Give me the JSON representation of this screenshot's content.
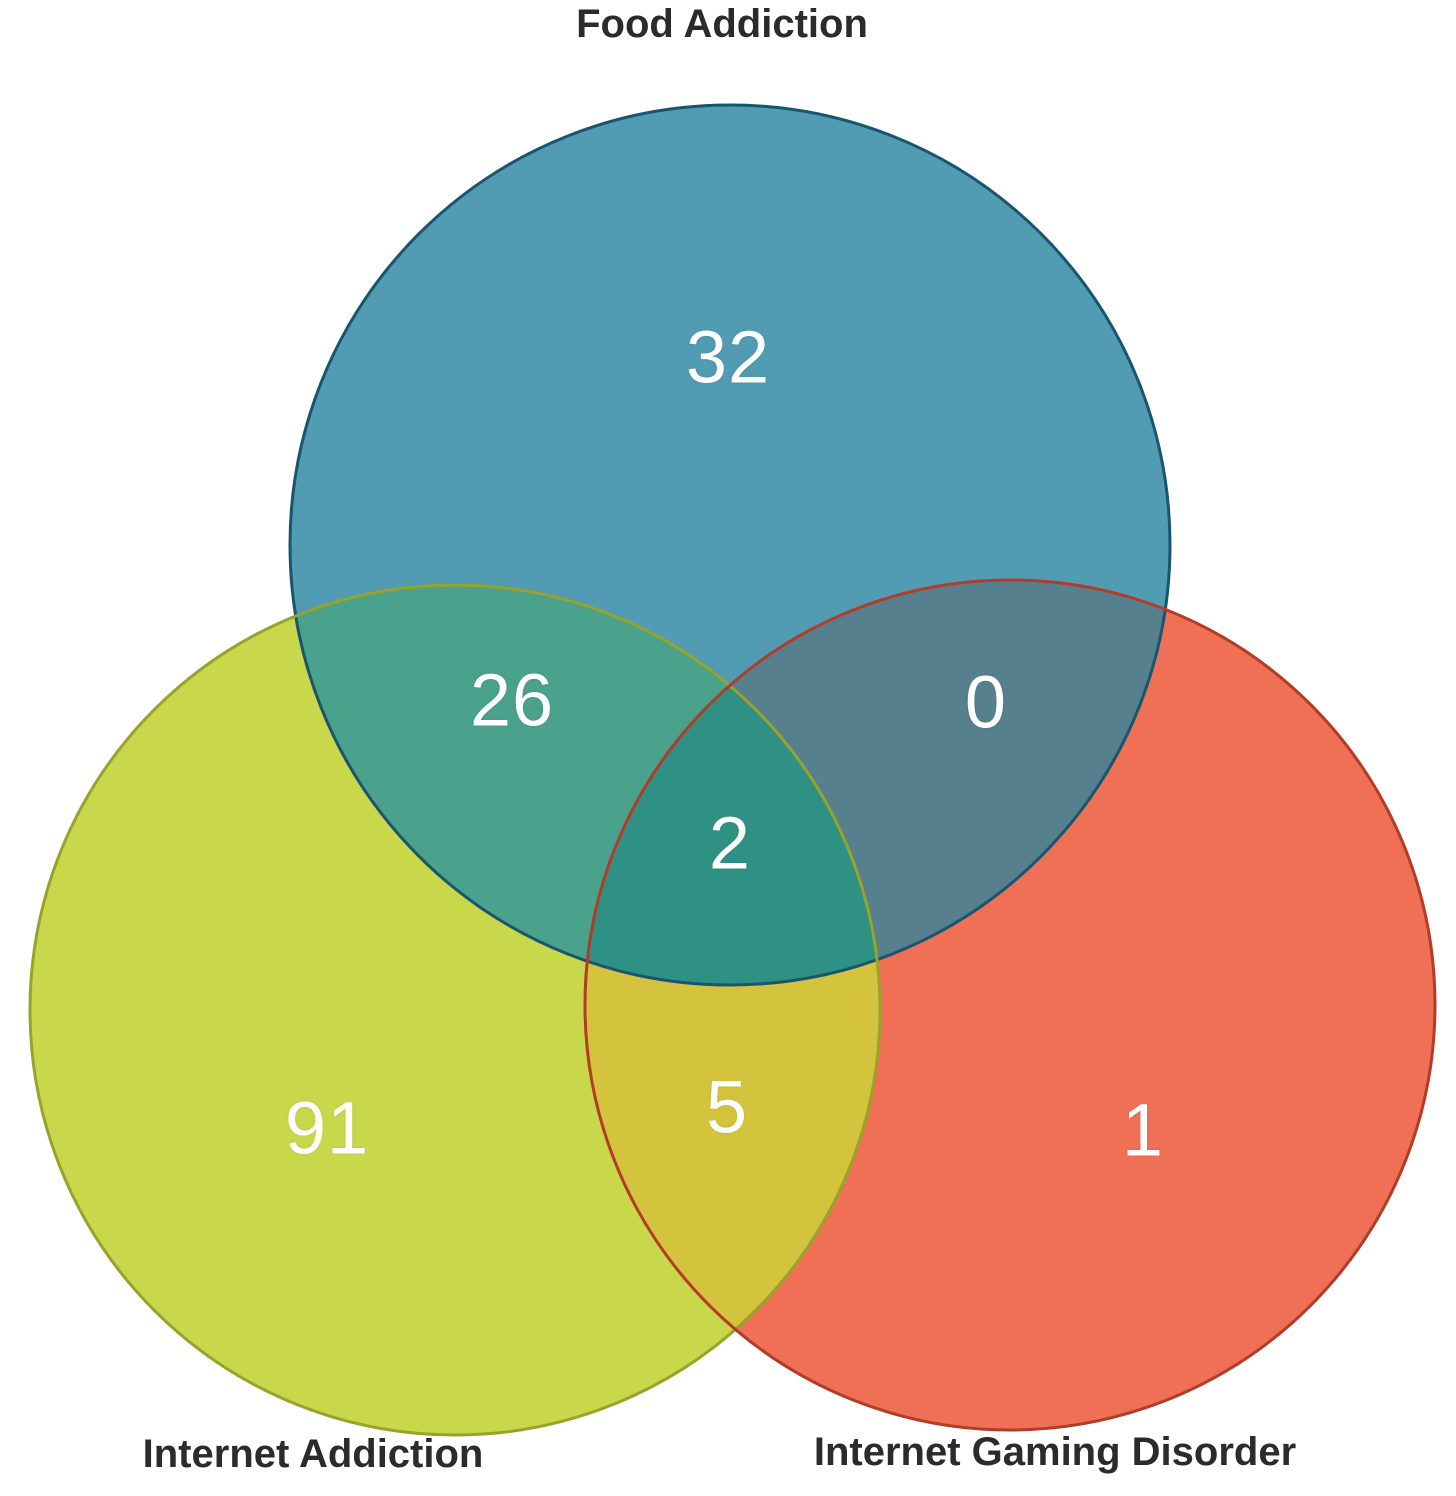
{
  "venn": {
    "labels": {
      "top": "Food Addiction",
      "bottom_left": "Internet Addiction",
      "bottom_right": "Internet Gaming Disorder"
    },
    "counts": {
      "food_only": "32",
      "food_internet": "26",
      "food_gaming": "0",
      "all_three": "2",
      "internet_only": "91",
      "internet_gaming": "5",
      "gaming_only": "1"
    },
    "colors": {
      "food_fill": "#519bb3",
      "internet_fill": "#c9d84a",
      "gaming_fill": "#ef7054",
      "food_internet_fill": "#4aa18c",
      "food_gaming_fill": "#56808d",
      "internet_gaming_fill": "#d4c33d",
      "all_three_fill": "#2f9184",
      "food_border": "#1a556e",
      "internet_border": "#98a32b",
      "gaming_border": "#b23c28",
      "number_text": "#ffffff",
      "label_text": "#2b2b2b"
    }
  },
  "chart_data": {
    "type": "venn",
    "sets": [
      "Food Addiction",
      "Internet Addiction",
      "Internet Gaming Disorder"
    ],
    "regions": [
      {
        "sets": [
          "Food Addiction"
        ],
        "value": 32
      },
      {
        "sets": [
          "Internet Addiction"
        ],
        "value": 91
      },
      {
        "sets": [
          "Internet Gaming Disorder"
        ],
        "value": 1
      },
      {
        "sets": [
          "Food Addiction",
          "Internet Addiction"
        ],
        "value": 26
      },
      {
        "sets": [
          "Food Addiction",
          "Internet Gaming Disorder"
        ],
        "value": 0
      },
      {
        "sets": [
          "Internet Addiction",
          "Internet Gaming Disorder"
        ],
        "value": 5
      },
      {
        "sets": [
          "Food Addiction",
          "Internet Addiction",
          "Internet Gaming Disorder"
        ],
        "value": 2
      }
    ]
  }
}
